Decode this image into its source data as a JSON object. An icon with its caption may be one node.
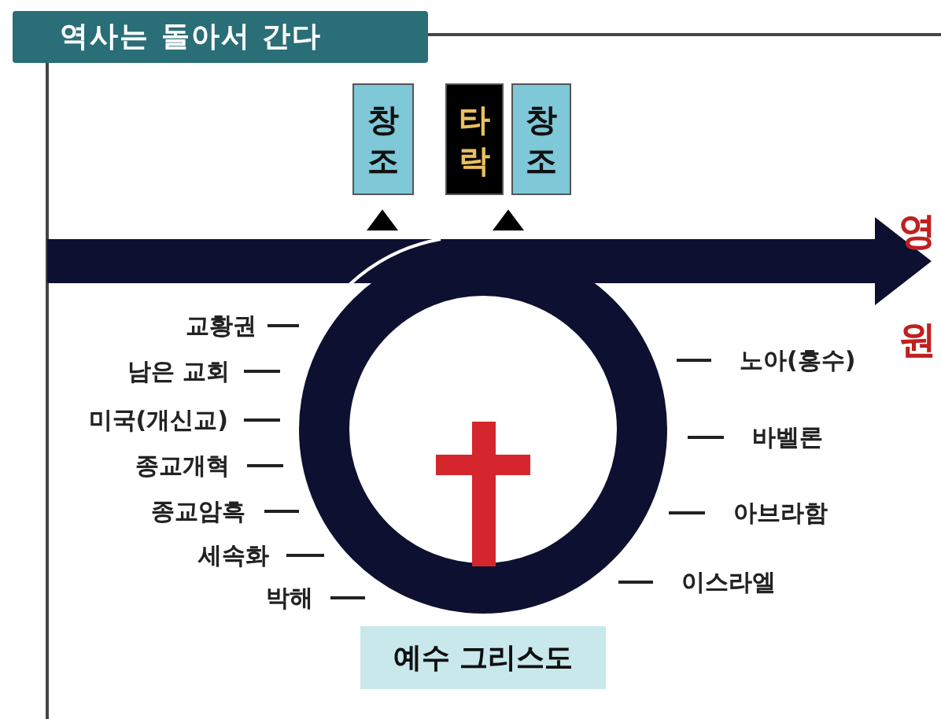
{
  "diagram": {
    "title": "역사는 돌아서 간다",
    "nodes": [
      {
        "text": [
          "창조"
        ]
      },
      {
        "text": [
          "타락"
        ]
      },
      {
        "text": [
          "창조"
        ]
      },
      {
        "text": [
          "예수 그리스도"
        ]
      }
    ],
    "edges": [
      {
        "from": null,
        "to": 0,
        "arrow": "to"
      },
      {
        "from": null,
        "to": 2,
        "arrow": "to"
      }
    ],
    "labels": [
      "영원",
      "교황권",
      "남은 교회",
      "미국(개신교)",
      "종교개혁",
      "종교암흑",
      "세속화",
      "박해",
      "노아(홍수)",
      "바벨론",
      "아브라함",
      "이스라엘"
    ]
  }
}
